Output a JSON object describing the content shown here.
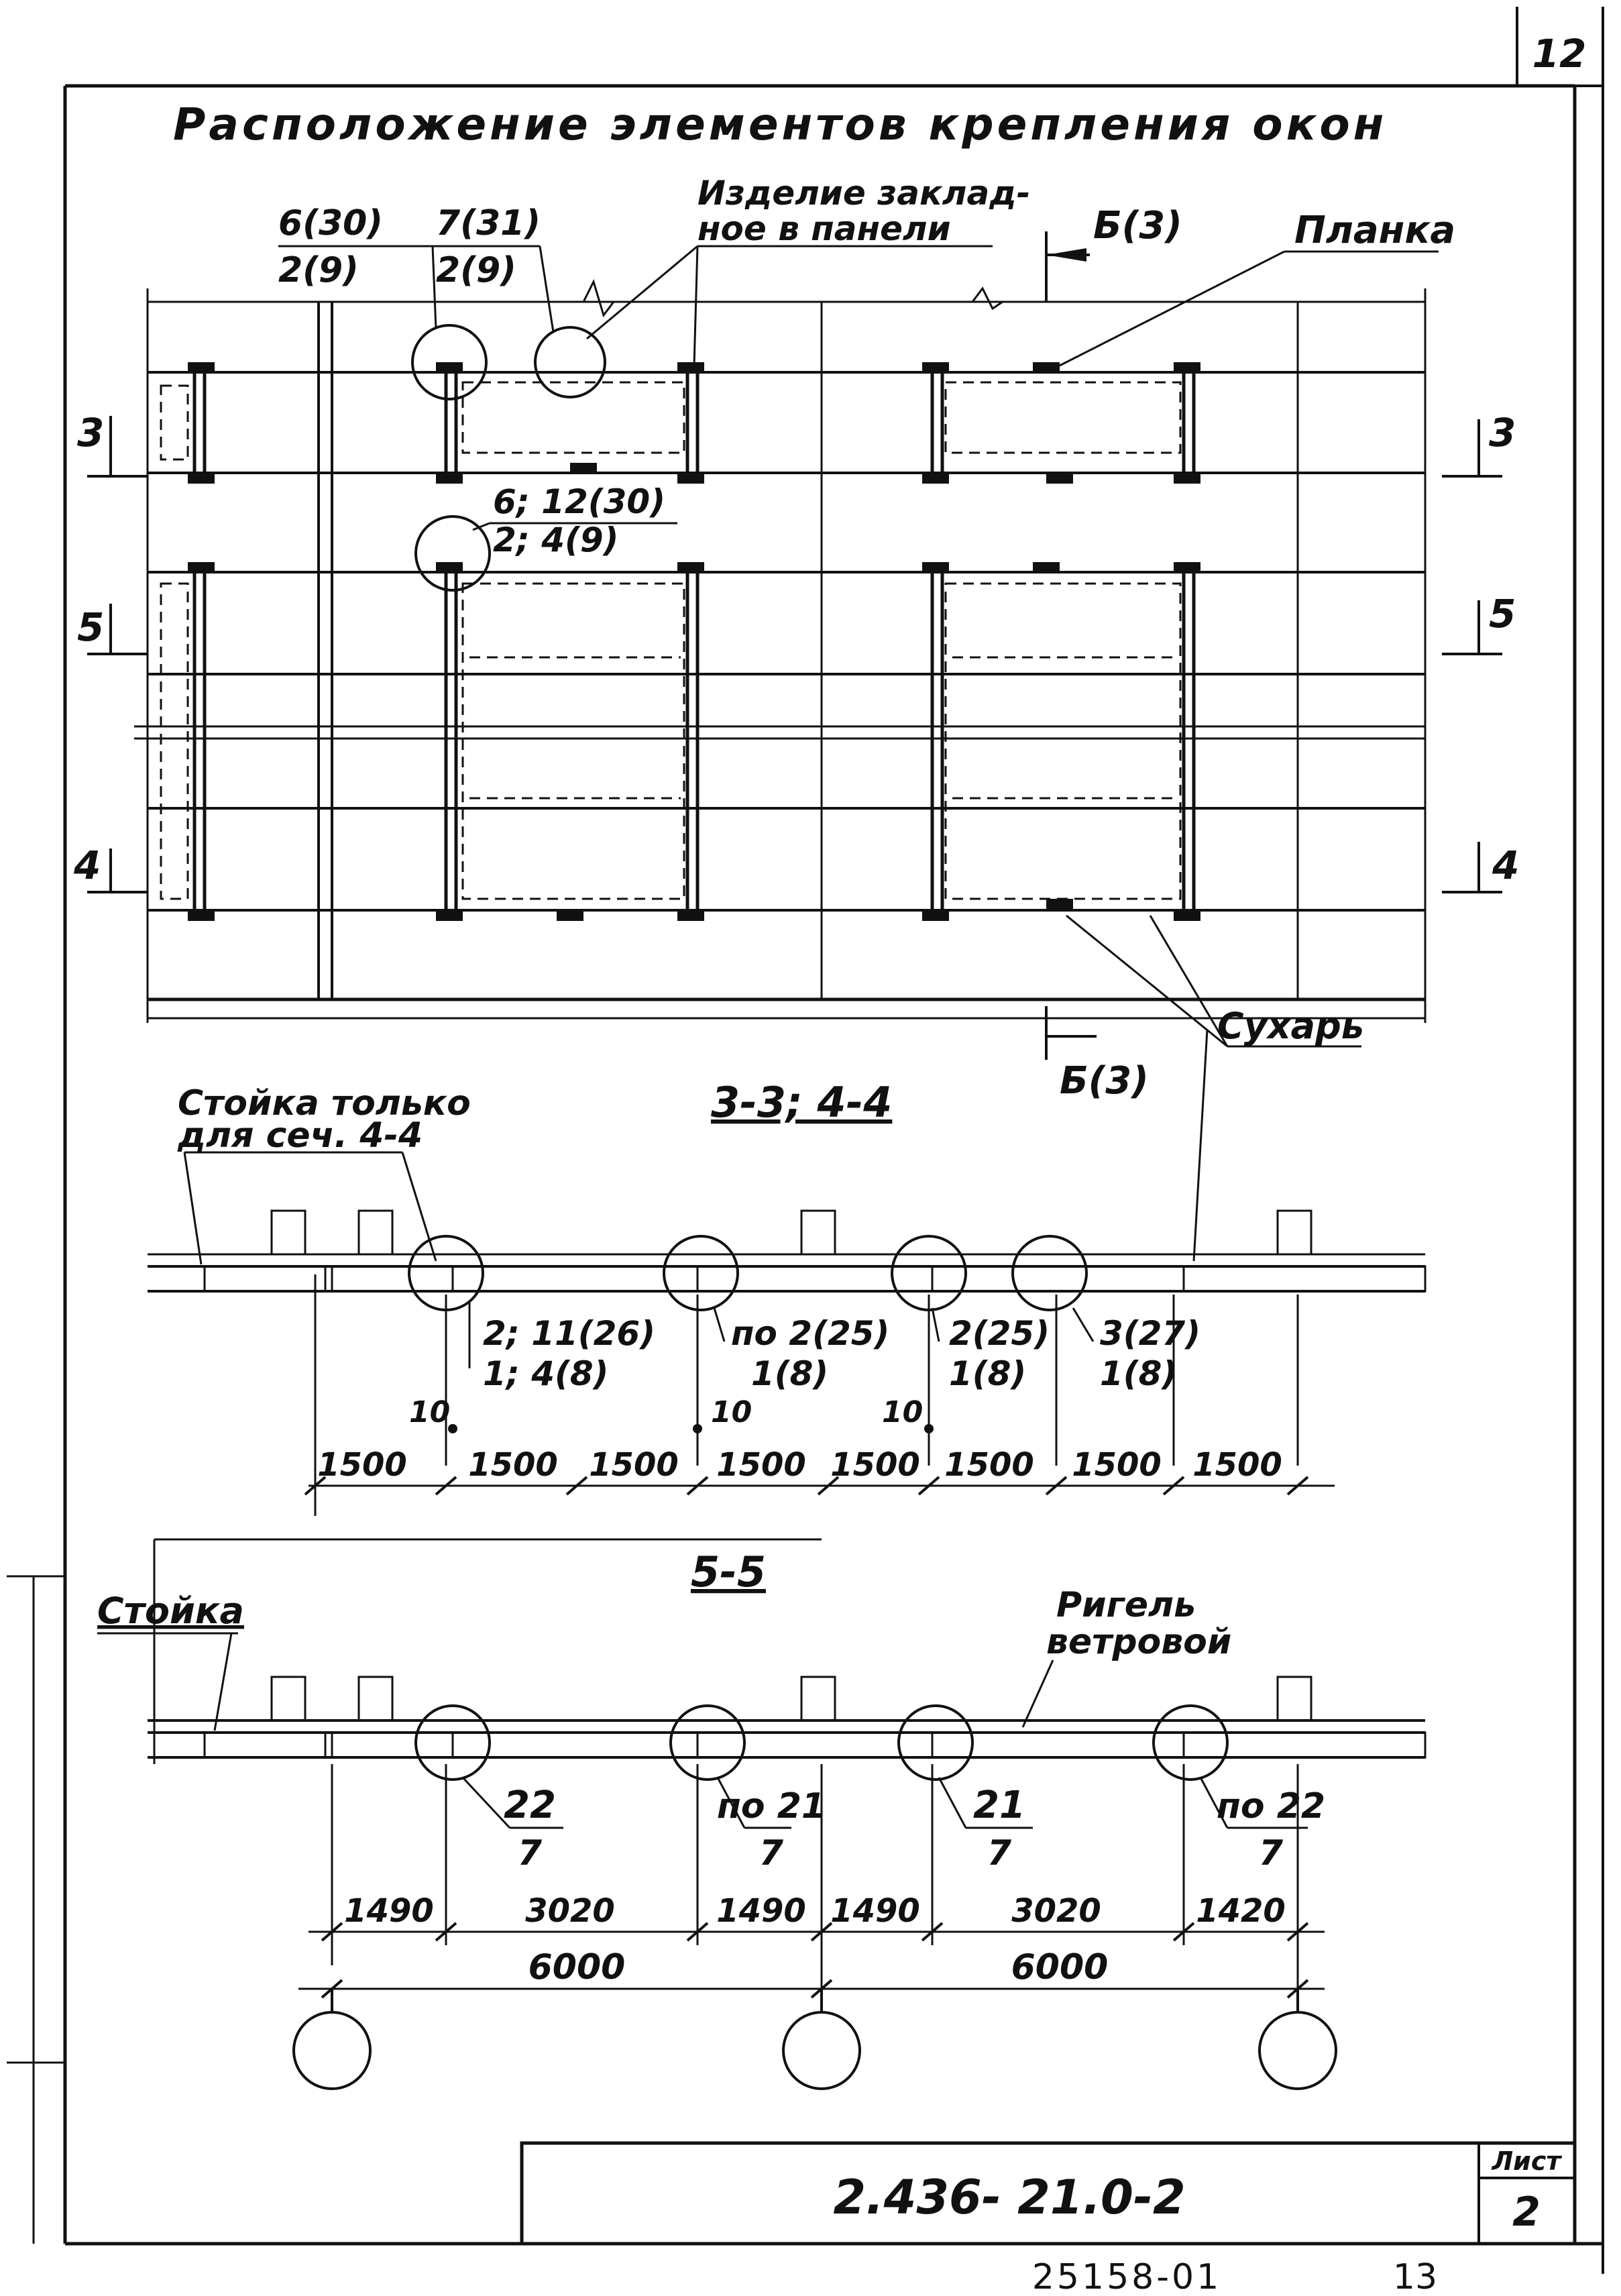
{
  "sheet": {
    "corner_number": "12",
    "title": "Расположение элементов крепления окон",
    "stamp_code": "2.436- 21.0-2",
    "sheet_label": "Лист",
    "sheet_number": "2",
    "archive_number": "25158-01",
    "page_number": "13"
  },
  "plan": {
    "label_6_30": "6(30)",
    "label_2_9_a": "2(9)",
    "label_7_31": "7(31)",
    "label_2_9_b": "2(9)",
    "embed_line1": "Изделие заклад-",
    "embed_line2": "ное в панели",
    "section_top": "Б(3)",
    "plank": "Планка",
    "label_6_12_30": "6; 12(30)",
    "label_2_4_9": "2; 4(9)",
    "cut_3_left": "3",
    "cut_3_right": "3",
    "cut_5_left": "5",
    "cut_5_right": "5",
    "cut_4_left": "4",
    "cut_4_right": "4",
    "sukhar": "Сухарь",
    "section_bottom": "Б(3)"
  },
  "section_34": {
    "title": "3-3; 4-4",
    "note_line1": "Стойка только",
    "note_line2": "для сеч. 4-4",
    "call1_top": "2; 11(26)",
    "call1_bot": "1; 4(8)",
    "call2_top": "по 2(25)",
    "call2_bot": "1(8)",
    "call3_top": "2(25)",
    "call3_bot": "1(8)",
    "call4_top": "3(27)",
    "call4_bot": "1(8)",
    "gap1": "10",
    "gap2": "10",
    "gap3": "10",
    "dims": [
      "1500",
      "1500",
      "1500",
      "1500",
      "1500",
      "1500",
      "1500",
      "1500"
    ]
  },
  "section_55": {
    "title": "5-5",
    "stoika": "Стойка",
    "rigel_line1": "Ригель",
    "rigel_line2": "ветровой",
    "c1_top": "22",
    "c1_bot": "7",
    "c2_top": "по 21",
    "c2_bot": "7",
    "c3_top": "21",
    "c3_bot": "7",
    "c4_top": "по 22",
    "c4_bot": "7",
    "dims": [
      "1490",
      "3020",
      "1490",
      "1490",
      "3020",
      "1420"
    ],
    "dims_total": [
      "6000",
      "6000"
    ]
  }
}
